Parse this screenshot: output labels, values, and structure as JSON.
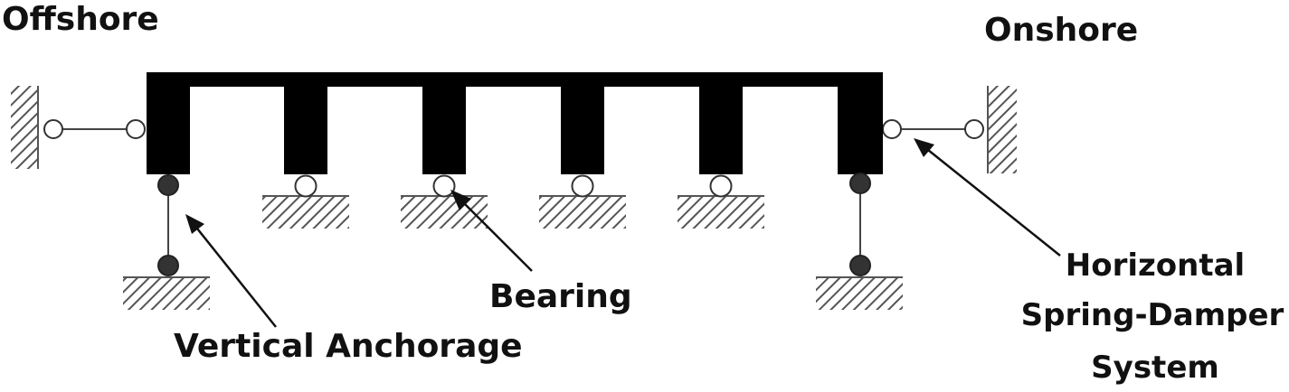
{
  "labels": {
    "offshore": "Offshore",
    "onshore": "Onshore",
    "bearing": "Bearing",
    "vertical_anchorage": "Vertical Anchorage",
    "horizontal_system": [
      "Horizontal",
      "Spring-Damper",
      "System"
    ]
  },
  "colors": {
    "structure": "#000000",
    "node_fill_open": "#ffffff",
    "node_fill_dark": "#333333",
    "line": "#444444",
    "text": "#111111"
  }
}
